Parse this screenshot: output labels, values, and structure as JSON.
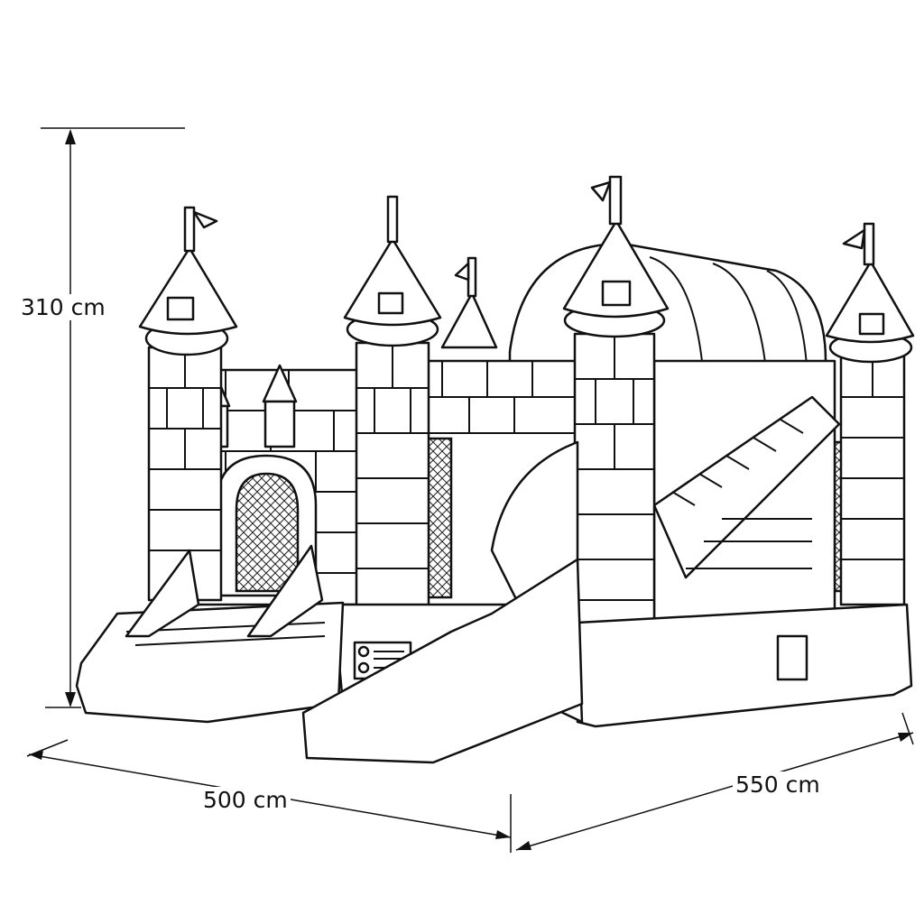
{
  "title": "Inflatable castle bounce house with slide – dimension drawing",
  "dimensions": {
    "height": "310 cm",
    "width": "500 cm",
    "depth": "550 cm"
  }
}
